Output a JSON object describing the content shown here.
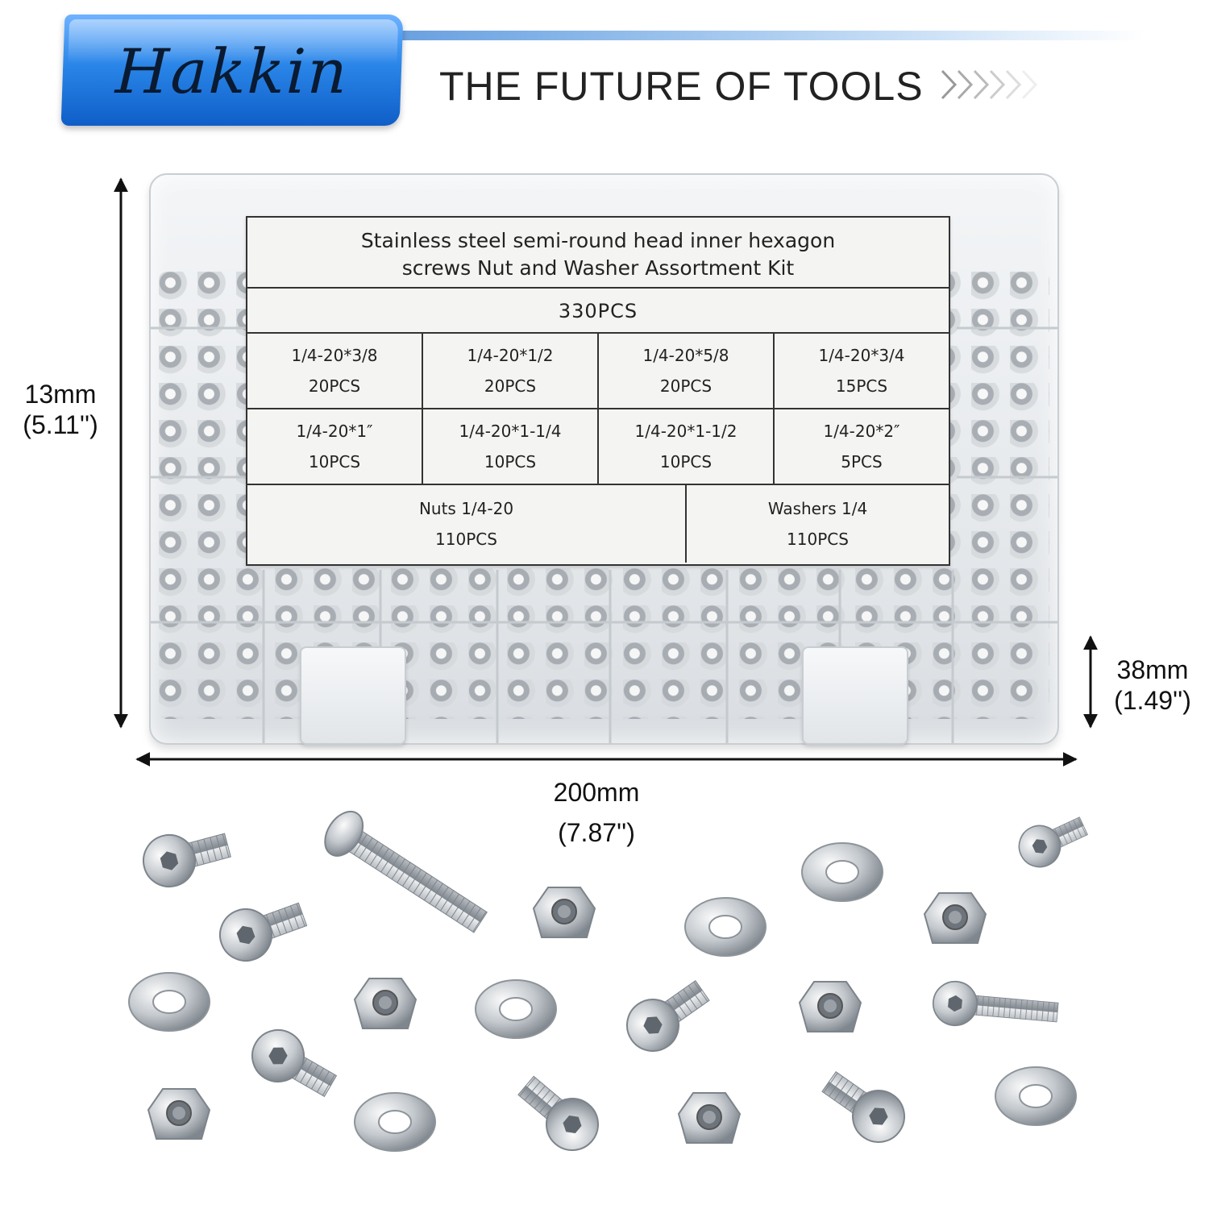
{
  "brand": {
    "name": "Hakkin",
    "tagline": "THE FUTURE OF TOOLS"
  },
  "dimensions": {
    "height_mm": "13mm",
    "height_in": "(5.11'')",
    "depth_mm": "38mm",
    "depth_in": "(1.49'')",
    "width_mm": "200mm",
    "width_in": "(7.87'')"
  },
  "label_card": {
    "title_line1": "Stainless steel  semi-round head inner hexagon",
    "title_line2": "screws  Nut and Washer Assortment Kit",
    "total": "330PCS",
    "row1": [
      {
        "size": "1/4-20*3/8",
        "qty": "20PCS"
      },
      {
        "size": "1/4-20*1/2",
        "qty": "20PCS"
      },
      {
        "size": "1/4-20*5/8",
        "qty": "20PCS"
      },
      {
        "size": "1/4-20*3/4",
        "qty": "15PCS"
      }
    ],
    "row2": [
      {
        "size": "1/4-20*1″",
        "qty": "10PCS"
      },
      {
        "size": "1/4-20*1-1/4",
        "qty": "10PCS"
      },
      {
        "size": "1/4-20*1-1/2",
        "qty": "10PCS"
      },
      {
        "size": "1/4-20*2″",
        "qty": "5PCS"
      }
    ],
    "row3": [
      {
        "size": "Nuts 1/4-20",
        "qty": "110PCS"
      },
      {
        "size": "Washers 1/4",
        "qty": "110PCS"
      }
    ]
  },
  "colors": {
    "brand_blue": "#2a86e8",
    "steel": "#b9bec4",
    "steel_dark": "#7d848b"
  }
}
